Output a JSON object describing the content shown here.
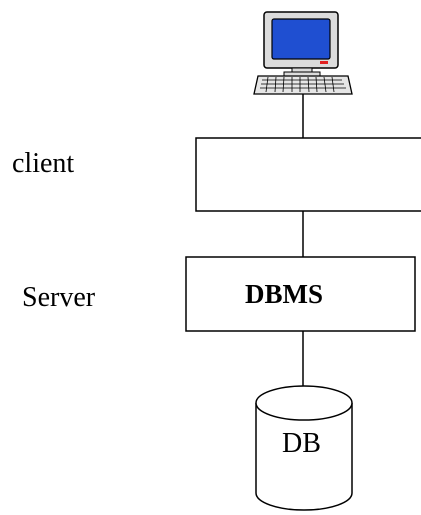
{
  "labels": {
    "client": "client",
    "server": "Server",
    "dbms": "DBMS",
    "db": "DB"
  },
  "icons": {
    "computer": "computer-terminal-icon",
    "database": "database-cylinder-icon"
  },
  "colors": {
    "line": "#000000",
    "screen": "#1f4fd1",
    "monitor_body": "#dcdcdc",
    "keyboard": "#e6e6e6",
    "indicator": "#e02020"
  }
}
